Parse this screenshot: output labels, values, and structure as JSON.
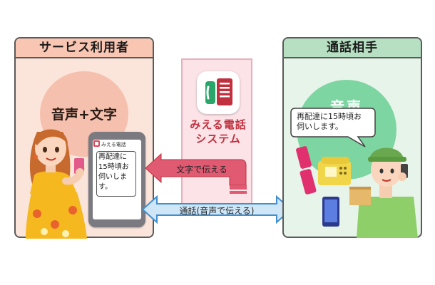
{
  "left_panel": {
    "header": "サービス利用者",
    "bubble": "音声+文字"
  },
  "right_panel": {
    "header": "通話相手",
    "bubble": "音声",
    "speech": "再配達に15時頃お伺いします。"
  },
  "app": {
    "name_line1": "みえる電話",
    "name_line2": "システム"
  },
  "phone": {
    "app_title": "みえる電話",
    "message": "再配達に15時頃お伺いします。"
  },
  "arrows": {
    "text_arrow": "文字で伝える",
    "voice_arrow": "通話(音声で伝える)"
  },
  "colors": {
    "left_bg": "#fbe4da",
    "right_bg": "#e7f4ea",
    "app_red": "#c0303e",
    "arrow_red": "#d9475a",
    "arrow_blue": "#3f8fd1"
  }
}
